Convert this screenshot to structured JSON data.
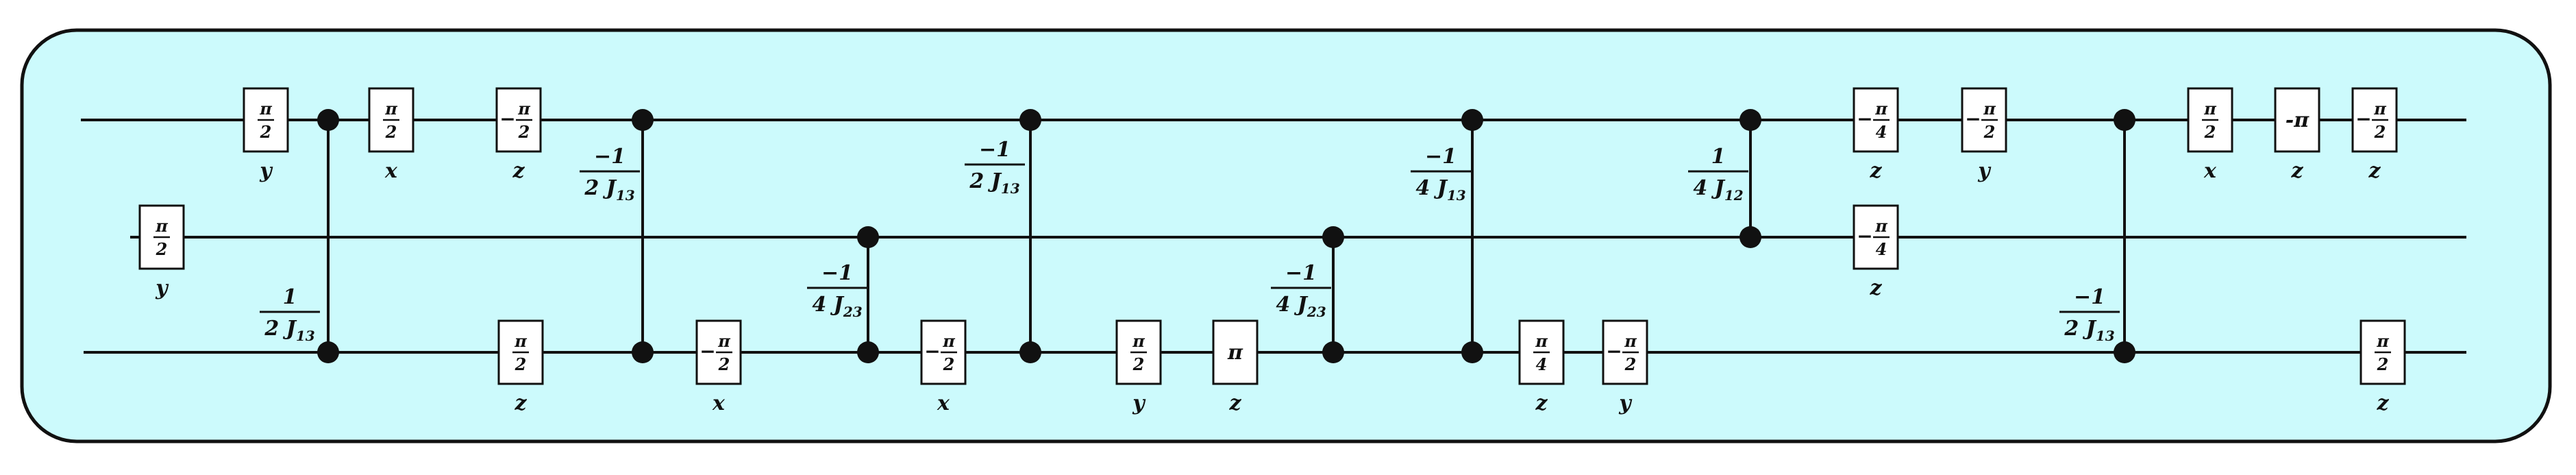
{
  "colors": {
    "panel_fill": "#ccfafc",
    "panel_stroke": "#111111",
    "wire": "#111111",
    "dot": "#111111"
  },
  "circuit": {
    "wires": [
      {
        "id": "qubit-1-wire"
      },
      {
        "id": "qubit-2-wire"
      },
      {
        "id": "qubit-3-wire"
      }
    ],
    "gates": [
      {
        "id": "g1",
        "num": "π",
        "den": "2",
        "axis": "y"
      },
      {
        "id": "g2",
        "num": "π",
        "den": "2",
        "axis": "x"
      },
      {
        "id": "g3",
        "sign": "−",
        "num": "π",
        "den": "2",
        "axis": "z"
      },
      {
        "id": "g4",
        "num": "π",
        "den": "2",
        "axis": "y"
      },
      {
        "id": "g5",
        "num": "π",
        "den": "2",
        "axis": "z"
      },
      {
        "id": "g6",
        "sign": "−",
        "num": "π",
        "den": "2",
        "axis": "x"
      },
      {
        "id": "g7",
        "sign": "−",
        "num": "π",
        "den": "2",
        "axis": "x"
      },
      {
        "id": "g8",
        "num": "π",
        "den": "2",
        "axis": "y"
      },
      {
        "id": "g9",
        "plain": "π",
        "axis": "z"
      },
      {
        "id": "g10",
        "num": "π",
        "den": "4",
        "axis": "z"
      },
      {
        "id": "g11",
        "sign": "−",
        "num": "π",
        "den": "2",
        "axis": "y"
      },
      {
        "id": "g12",
        "sign": "−",
        "num": "π",
        "den": "4",
        "axis": "z"
      },
      {
        "id": "g13",
        "sign": "−",
        "num": "π",
        "den": "2",
        "axis": "y"
      },
      {
        "id": "g14",
        "sign": "−",
        "num": "π",
        "den": "4",
        "axis": "z"
      },
      {
        "id": "g15",
        "num": "π",
        "den": "2",
        "axis": "x"
      },
      {
        "id": "g16",
        "plain": "-π",
        "axis": "z"
      },
      {
        "id": "g17",
        "sign": "−",
        "num": "π",
        "den": "2",
        "axis": "z"
      },
      {
        "id": "g18",
        "num": "π",
        "den": "2",
        "axis": "z"
      }
    ],
    "couplings": [
      {
        "id": "c1",
        "num": "1",
        "den": "2 J",
        "sub": "13"
      },
      {
        "id": "c2",
        "num": "−1",
        "den": "2 J",
        "sub": "13"
      },
      {
        "id": "c3",
        "num": "−1",
        "den": "4 J",
        "sub": "23"
      },
      {
        "id": "c4",
        "num": "−1",
        "den": "2 J",
        "sub": "13"
      },
      {
        "id": "c5",
        "num": "−1",
        "den": "4 J",
        "sub": "23"
      },
      {
        "id": "c6",
        "num": "−1",
        "den": "4 J",
        "sub": "13"
      },
      {
        "id": "c7",
        "num": "1",
        "den": "4 J",
        "sub": "12"
      },
      {
        "id": "c8",
        "num": "−1",
        "den": "2 J",
        "sub": "13"
      }
    ]
  }
}
